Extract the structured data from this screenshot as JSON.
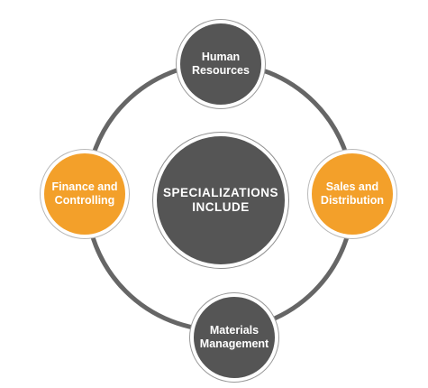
{
  "center": {
    "label": "SPECIALIZATIONS\nINCLUDE"
  },
  "nodes": {
    "top": {
      "label": "Human\nResources"
    },
    "right": {
      "label": "Sales and\nDistribution"
    },
    "bottom": {
      "label": "Materials\nManagement"
    },
    "left": {
      "label": "Finance and\nControlling"
    }
  },
  "colors": {
    "dark": "#555555",
    "orange": "#f3a02a",
    "ring": "#666666"
  }
}
